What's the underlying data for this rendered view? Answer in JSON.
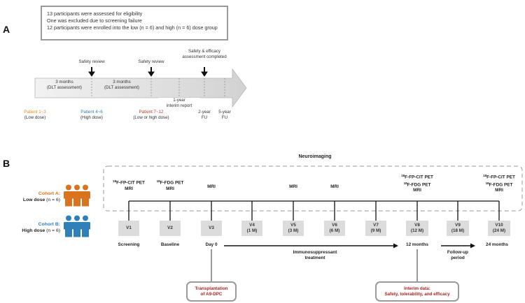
{
  "panel_a": {
    "letter": "A",
    "eligibility": [
      "13 participants were assessed for eligibility",
      "One was excluded due to screening failure",
      "12 participants were enrolled into the low (n = 6) and high (n = 6) dose group"
    ],
    "reviews": {
      "review1": "Safety review",
      "review2": "Safety review",
      "review3_l1": "Safety & efficacy",
      "review3_l2": "assessment completed"
    },
    "arrow_segments": {
      "seg1_l1": "3 months",
      "seg1_l2": "(DLT assessment)",
      "seg2_l1": "3 months",
      "seg2_l2": "(DLT assessment)",
      "interim_l1": "1-year",
      "interim_l2": "interim report"
    },
    "patients": {
      "p1_name": "Patient 1~3",
      "p1_dose": "(Low dose)",
      "p2_name": "Patient 4~6",
      "p2_dose": "(High dose)",
      "p3_name": "Patient 7~12",
      "p3_dose": "(Low or high dose)",
      "fu2_l1": "2-year",
      "fu2_l2": "FU",
      "fu5_l1": "5-year",
      "fu5_l2": "FU"
    },
    "colors": {
      "patient1": "#e08a1e",
      "patient2": "#2f7fb8",
      "patient3": "#c0392b"
    }
  },
  "panel_b": {
    "letter": "B",
    "neuroimaging_title": "Neuroimaging",
    "cohorts": {
      "a_name": "Cohort A:",
      "a_dose": "Low dose",
      "a_n": "(n = 6)",
      "b_name": "Cohort B:",
      "b_dose": "High dose",
      "b_n": "(n = 6)",
      "a_color": "#d9731e",
      "b_color": "#2f7fb8"
    },
    "scan_labels": {
      "mri": "MRI",
      "fpcit_sup": "18",
      "fpcit": "F-FP-CIT PET",
      "fdg_sup": "18",
      "fdg": "F-FDG PET"
    },
    "visits": [
      {
        "code": "V1",
        "time": ""
      },
      {
        "code": "V2",
        "time": ""
      },
      {
        "code": "V3",
        "time": ""
      },
      {
        "code": "V4",
        "time": "(1 M)"
      },
      {
        "code": "V5",
        "time": "(3 M)"
      },
      {
        "code": "V6",
        "time": "(6 M)"
      },
      {
        "code": "V7",
        "time": "(9 M)"
      },
      {
        "code": "V8",
        "time": "(12 M)"
      },
      {
        "code": "V9",
        "time": "(18 M)"
      },
      {
        "code": "V10",
        "time": "(24 M)"
      }
    ],
    "milestones": {
      "screening": "Screening",
      "baseline": "Baseline",
      "day0": "Day 0",
      "m12": "12 months",
      "m24": "24 months",
      "immuno_l1": "Immunosuppressant",
      "immuno_l2": "treatment",
      "followup_l1": "Follow-up",
      "followup_l2": "period"
    },
    "callouts": {
      "transplant_l1": "Transplantation",
      "transplant_l2": "of",
      "transplant_l3": "A9-DPC",
      "interim_l1": "Interim data:",
      "interim_l2": "Safety, tolerability, and efficacy"
    },
    "colors": {
      "callout_text": "#b22222",
      "visit_box": "#dcdcdc"
    }
  }
}
